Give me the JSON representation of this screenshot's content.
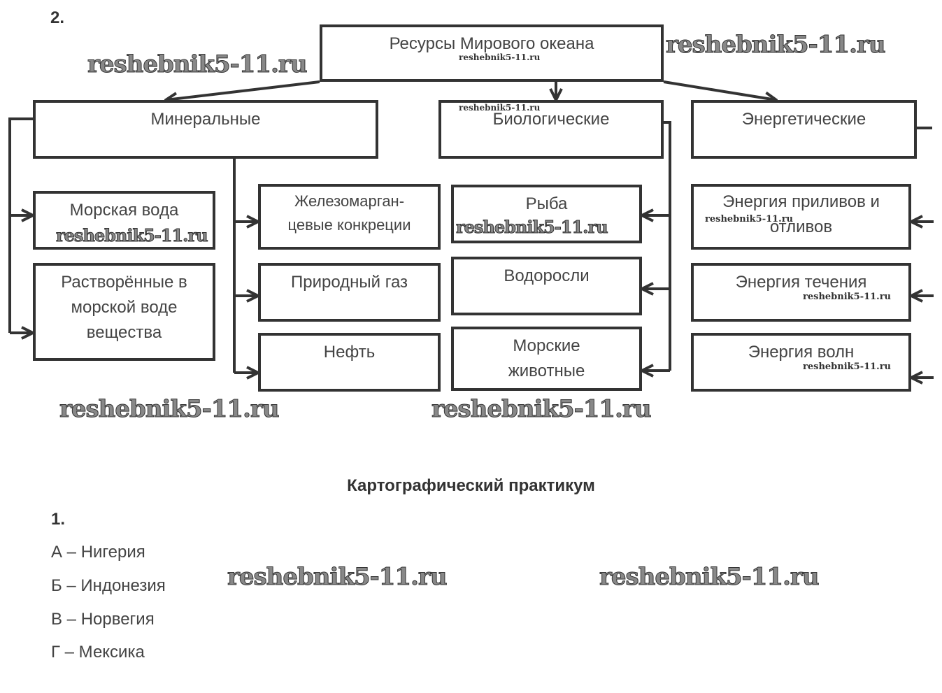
{
  "task_number": "2.",
  "diagram": {
    "root": "Ресурсы Мирового океана",
    "categories": [
      {
        "label": "Минеральные",
        "items": [
          "Морская вода",
          "Растворённые в морской воде вещества",
          "Железомарган-цевые конкреции",
          "Природный газ",
          "Нефть"
        ]
      },
      {
        "label": "Биологические",
        "items": [
          "Рыба",
          "Водоросли",
          "Морские животные"
        ]
      },
      {
        "label": "Энергетические",
        "items": [
          "Энергия приливов и отливов",
          "Энергия течения",
          "Энергия волн"
        ]
      }
    ]
  },
  "section_title": "Картографический практикум",
  "answer_number": "1.",
  "answers": [
    "А – Нигерия",
    "Б – Индонезия",
    "В – Норвегия",
    "Г – Мексика"
  ],
  "watermark": "reshebnik5-11.ru"
}
